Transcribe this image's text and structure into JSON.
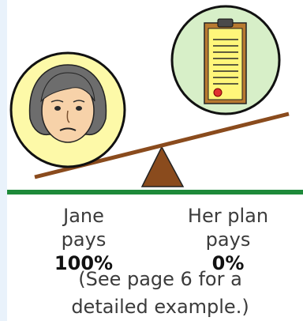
{
  "jane": {
    "line1": "Jane",
    "line2": "pays",
    "percent": "100%"
  },
  "plan": {
    "line1": "Her plan",
    "line2": "pays",
    "percent": "0%"
  },
  "note": {
    "line1": "(See page 6 for a",
    "line2": "detailed example.)"
  },
  "colors": {
    "circle_fill": "#fdf9a8",
    "clipboard_circle_fill": "#d7efc8",
    "beam": "#8a4b1d",
    "ground": "#1e8a3a"
  }
}
